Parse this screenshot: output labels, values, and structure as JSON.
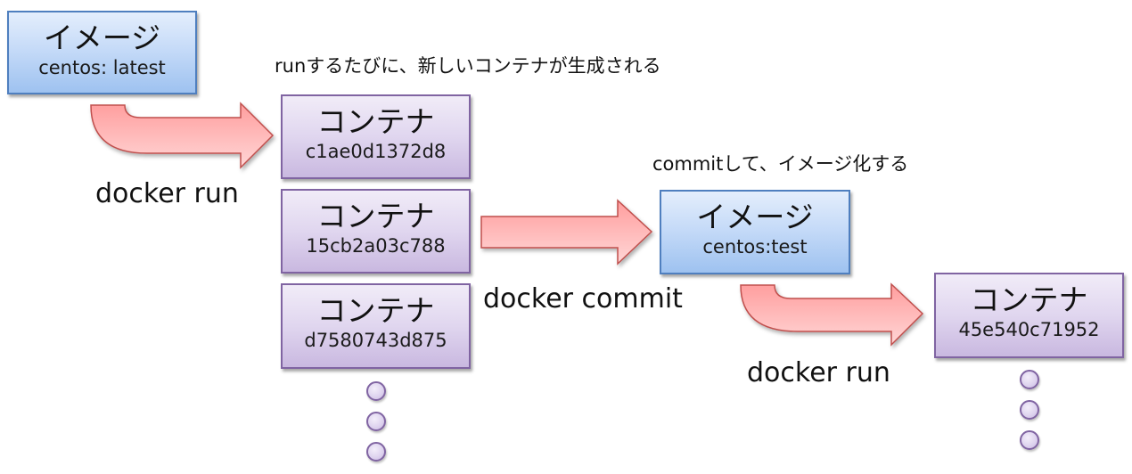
{
  "image_boxes": [
    {
      "title": "イメージ",
      "tag": "centos: latest"
    },
    {
      "title": "イメージ",
      "tag": "centos:test"
    }
  ],
  "container_boxes": [
    {
      "title": "コンテナ",
      "id": "c1ae0d1372d8"
    },
    {
      "title": "コンテナ",
      "id": "15cb2a03c788"
    },
    {
      "title": "コンテナ",
      "id": "d7580743d875"
    },
    {
      "title": "コンテナ",
      "id": "45e540c71952"
    }
  ],
  "commands": {
    "run_1": "docker run",
    "commit": "docker commit",
    "run_2": "docker run"
  },
  "notes": {
    "run_note": "runするたびに、新しいコンテナが生成される",
    "commit_note": "commitして、イメージ化する"
  },
  "colors": {
    "image_border": "#4f7fbf",
    "container_border": "#8064a2",
    "arrow_fill": "#ffb3b3",
    "arrow_border": "#c0504d"
  }
}
